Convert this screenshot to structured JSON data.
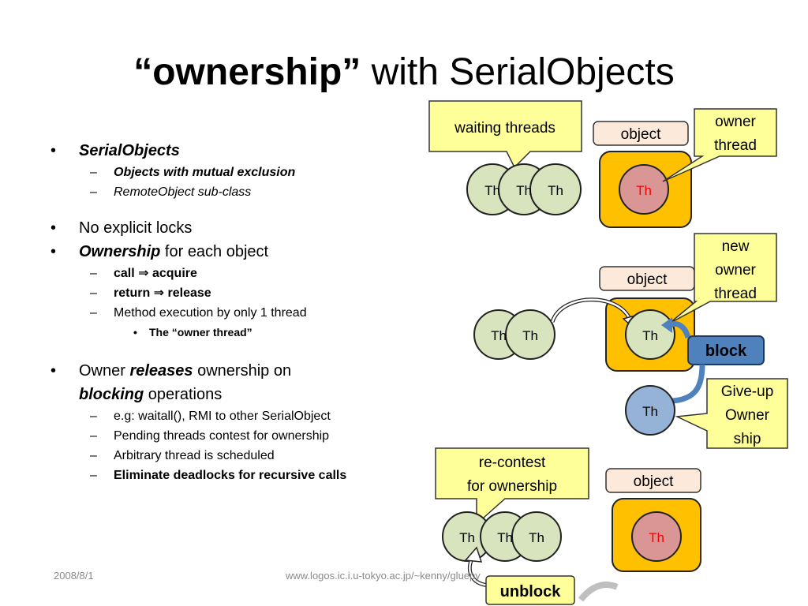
{
  "title": {
    "bold": "“ownership”",
    "rest": " with SerialObjects"
  },
  "bullets": {
    "serialobjects": "SerialObjects",
    "mutual_exclusion": "Objects with mutual exclusion",
    "remoteobject": "RemoteObject sub-class",
    "no_locks": "No explicit locks",
    "ownership_em": "Ownership",
    "ownership_rest": " for each object",
    "call": "call ⇒ acquire",
    "return": "return ⇒ release",
    "method_exec": "Method execution by only 1 thread",
    "owner_thread": "The “owner thread”",
    "owner_pre": "Owner ",
    "releases": "releases",
    "ownership_on": " ownership on",
    "blocking": "blocking",
    "operations": " operations",
    "eg": "e.g: waitall(), RMI to other SerialObject",
    "pending": "Pending threads contest for ownership",
    "arbitrary": "Arbitrary thread is scheduled",
    "eliminate": "Eliminate deadlocks  for recursive calls"
  },
  "diagram": {
    "waiting_threads": "waiting threads",
    "object_label": "object",
    "owner_thread": [
      "owner",
      "thread"
    ],
    "new_owner_thread": [
      "new",
      "owner",
      "thread"
    ],
    "block": "block",
    "give_up": [
      "Give-up",
      "Owner",
      "ship"
    ],
    "re_contest": [
      "re-contest",
      "for ownership"
    ],
    "unblock": "unblock",
    "th": "Th",
    "colors": {
      "callout_fill": "#ffff99",
      "object_fill": "#ffc000",
      "object_label_fill": "#fde9d9",
      "thread_green": "#d7e4bd",
      "thread_red": "#d99694",
      "thread_blue": "#95b3d7",
      "block_fill": "#4f81bd",
      "owner_text_red": "#ff0000"
    }
  },
  "footer": {
    "date": "2008/8/1",
    "url": "www.logos.ic.i.u-tokyo.ac.jp/~kenny/gluepy"
  }
}
